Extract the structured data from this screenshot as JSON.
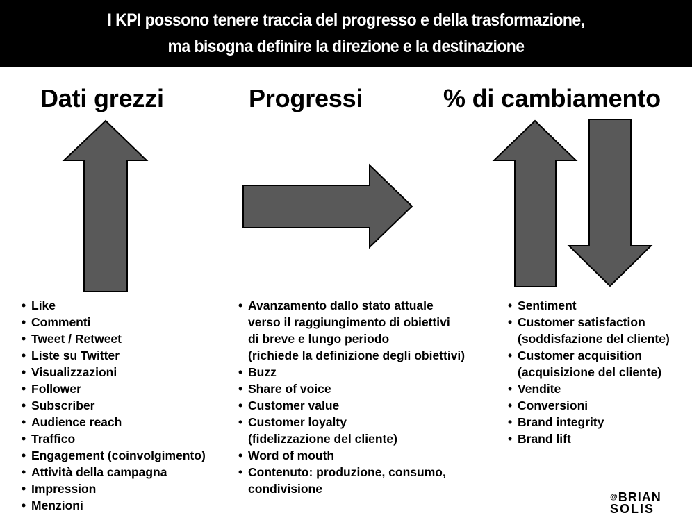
{
  "header": {
    "line1": "I KPI possono tenere traccia del progresso e della trasformazione,",
    "line2": "ma bisogna definire la direzione e la destinazione"
  },
  "columns": [
    {
      "title": "Dati grezzi",
      "arrow": "up-arrow",
      "items": [
        [
          "Like"
        ],
        [
          "Commenti"
        ],
        [
          "Tweet / Retweet"
        ],
        [
          "Liste su Twitter"
        ],
        [
          "Visualizzazioni"
        ],
        [
          "Follower"
        ],
        [
          "Subscriber"
        ],
        [
          "Audience reach"
        ],
        [
          "Traffico"
        ],
        [
          "Engagement (coinvolgimento)"
        ],
        [
          "Attività della campagna"
        ],
        [
          "Impression"
        ],
        [
          "Menzioni"
        ]
      ]
    },
    {
      "title": "Progressi",
      "arrow": "right-arrow",
      "items": [
        [
          "Avanzamento dallo stato attuale",
          "verso il raggiungimento di obiettivi",
          "di breve e lungo periodo",
          "(richiede la definizione degli obiettivi)"
        ],
        [
          "Buzz"
        ],
        [
          "Share of voice"
        ],
        [
          "Customer value"
        ],
        [
          "Customer loyalty",
          "(fidelizzazione del cliente)"
        ],
        [
          "Word of mouth"
        ],
        [
          "Contenuto: produzione, consumo,",
          "condivisione"
        ]
      ]
    },
    {
      "title": "% di cambiamento",
      "arrow": "up-down-arrows",
      "items": [
        [
          "Sentiment"
        ],
        [
          "Customer satisfaction",
          "(soddisfazione del cliente)"
        ],
        [
          "Customer acquisition",
          "(acquisizione del cliente)"
        ],
        [
          "Vendite"
        ],
        [
          "Conversioni"
        ],
        [
          "Brand integrity"
        ],
        [
          "Brand lift"
        ]
      ]
    }
  ],
  "logo": {
    "at": "@",
    "line1": "BRIAN",
    "line2": "SOLIS"
  },
  "colors": {
    "banner": "#000000",
    "arrow_fill": "#595959",
    "arrow_stroke": "#000000"
  }
}
